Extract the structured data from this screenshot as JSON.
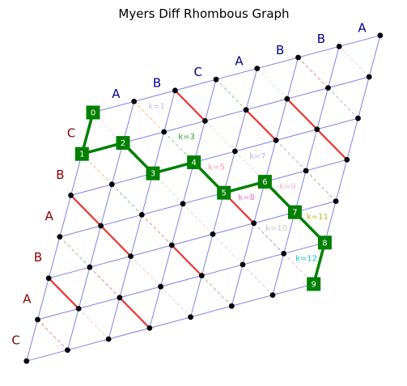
{
  "title": "Myers Diff Rhombous Graph",
  "sequence_a": [
    "A",
    "B",
    "C",
    "A",
    "B",
    "B",
    "A"
  ],
  "sequence_b": [
    "C",
    "B",
    "A",
    "B",
    "A",
    "C"
  ],
  "colors": {
    "grid": "#8080ee",
    "node": "#000000",
    "diagonal_match": "#ee3333",
    "path": "#008000",
    "path_label": "#ffffff",
    "axis_a": "#00008b",
    "axis_b": "#8b0000"
  },
  "path": [
    {
      "label": "0",
      "i": 0,
      "j": 0
    },
    {
      "label": "1",
      "i": 0,
      "j": 1
    },
    {
      "label": "2",
      "i": 1,
      "j": 1
    },
    {
      "label": "3",
      "i": 2,
      "j": 2
    },
    {
      "label": "4",
      "i": 3,
      "j": 2
    },
    {
      "label": "5",
      "i": 4,
      "j": 3
    },
    {
      "label": "6",
      "i": 5,
      "j": 3
    },
    {
      "label": "7",
      "i": 6,
      "j": 4
    },
    {
      "label": "8",
      "i": 7,
      "j": 5
    },
    {
      "label": "9",
      "i": 7,
      "j": 6
    }
  ],
  "k_labels": [
    {
      "text": "k=1",
      "i": 1,
      "j": 0,
      "color": "#aec7e8"
    },
    {
      "text": "k=3",
      "i": 2,
      "j": 1,
      "color": "#2ca02c"
    },
    {
      "text": "k=5",
      "i": 3,
      "j": 2,
      "color": "#ff9896"
    },
    {
      "text": "k=7",
      "i": 4,
      "j": 2,
      "color": "#c5b0d5"
    },
    {
      "text": "k=8",
      "i": 4,
      "j": 3,
      "color": "#e377c2"
    },
    {
      "text": "k=9",
      "i": 5,
      "j": 3,
      "color": "#f7b6d2"
    },
    {
      "text": "k=10",
      "i": 5,
      "j": 4,
      "color": "#c7c7c7"
    },
    {
      "text": "k=11",
      "i": 6,
      "j": 4,
      "color": "#bcbd22"
    },
    {
      "text": "k=12",
      "i": 6,
      "j": 5,
      "color": "#17becf"
    }
  ]
}
